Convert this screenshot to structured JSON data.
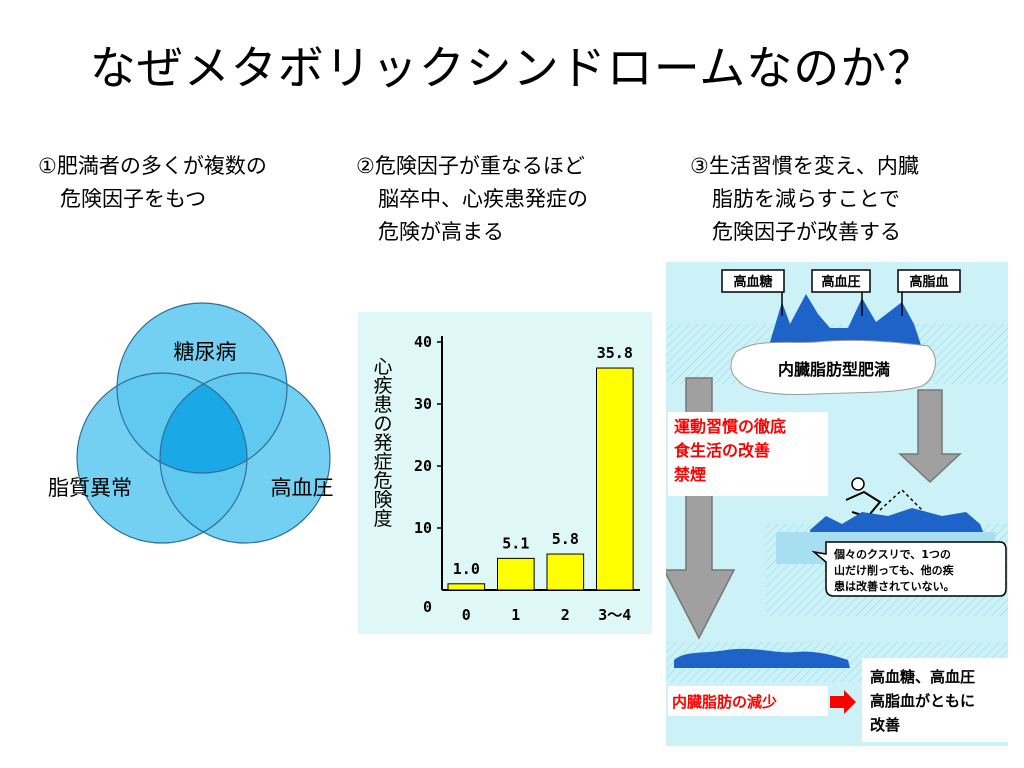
{
  "title": "なぜメタボリックシンドロームなのか？",
  "points": [
    {
      "line1": "①肥満者の多くが複数の",
      "line2": "危険因子をもつ",
      "line3": ""
    },
    {
      "line1": "②危険因子が重なるほど",
      "line2": "脳卒中、心疾患発症の",
      "line3": "危険が高まる"
    },
    {
      "line1": "③生活習慣を変え、内臓",
      "line2": "脂肪を減らすことで",
      "line3": "危険因子が改善する"
    }
  ],
  "venn": {
    "top_label": "糖尿病",
    "left_label": "脂質異常",
    "right_label": "高血圧",
    "circle_color": "#5cc8f0",
    "overlap_color": "#1aa9e6",
    "stroke_color": "#2f6e9a"
  },
  "chart_data": {
    "type": "bar",
    "ylabel": "心疾患の発症危険度",
    "categories": [
      "0",
      "1",
      "2",
      "3〜4"
    ],
    "values": [
      1.0,
      5.1,
      5.8,
      35.8
    ],
    "value_labels": [
      "1.0",
      "5.1",
      "5.8",
      "35.8"
    ],
    "yticks": [
      "0",
      "10",
      "20",
      "30",
      "40"
    ],
    "ylim": [
      0,
      40
    ],
    "bar_color": "#ffff00",
    "background": "#dff7f7"
  },
  "diagram": {
    "tags": [
      "高血糖",
      "高血圧",
      "高脂血"
    ],
    "obesity_label": "内臓脂肪型肥満",
    "lifestyle_lines": [
      "運動習慣の徹底",
      "食生活の改善",
      "禁煙"
    ],
    "bubble_lines": [
      "個々のクスリで、1つの",
      "山だけ削っても、他の疾",
      "患は改善されていない。"
    ],
    "reduction_label": "内臓脂肪の減少",
    "result_lines": [
      "高血糖、高血圧",
      "高脂血がともに",
      "改善"
    ],
    "accent_color": "#ff0000",
    "background": "#ccf2f7"
  }
}
